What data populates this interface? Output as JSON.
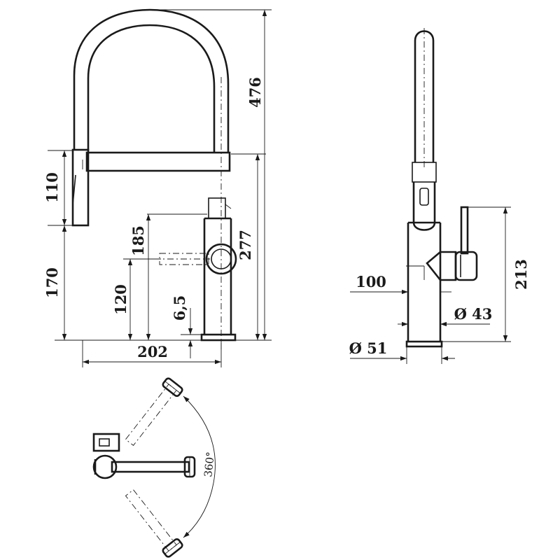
{
  "front_view": {
    "height_total": "476",
    "hose_length": "110",
    "height_to_spout": "277",
    "spray_height": "170",
    "lever_height": "185",
    "lever_axis_height": "120",
    "base_thickness": "6,5",
    "reach": "202"
  },
  "side_view": {
    "handle_height": "213",
    "lever_offset": "100",
    "body_diameter": "Ø 43",
    "base_diameter": "Ø 51"
  },
  "top_view": {
    "rotation": "360°"
  }
}
